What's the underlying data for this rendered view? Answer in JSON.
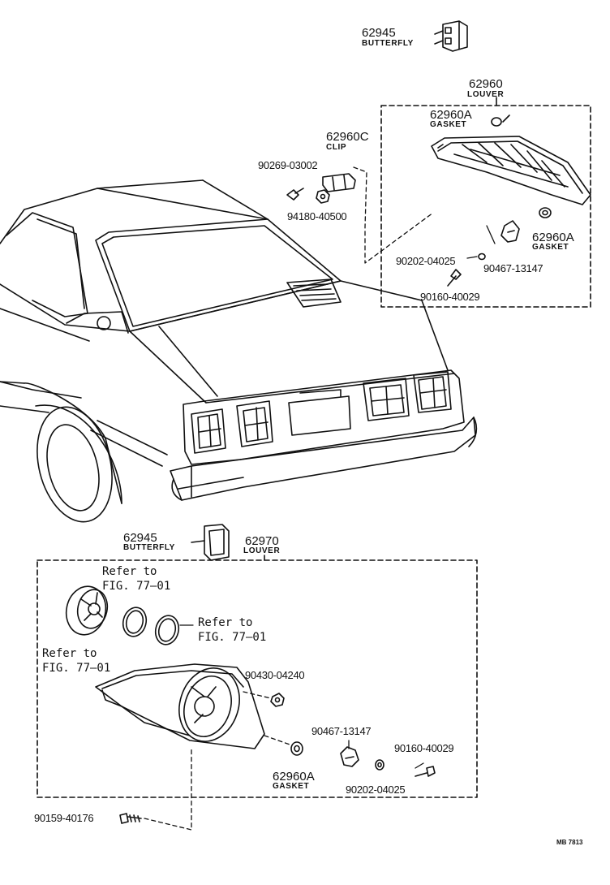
{
  "upper": {
    "butterfly_no": "62945",
    "butterfly_name": "BUTTERFLY",
    "louver_no": "62960",
    "louver_name": "LOUVER",
    "gasket_a_no": "62960A",
    "gasket_a_name": "GASKET",
    "clip_no": "62960C",
    "clip_name": "CLIP",
    "screw_no": "90269-03002",
    "nut_no": "94180-40500",
    "gasket_b_no": "62960A",
    "gasket_b_name": "GASKET",
    "washer_no": "90202-04025",
    "grommet_no": "90467-13147",
    "bolt_no": "90160-40029"
  },
  "lower": {
    "butterfly_no": "62945",
    "butterfly_name": "BUTTERFLY",
    "louver_no": "62970",
    "louver_name": "LOUVER",
    "ref_1": "Refer to\nFIG. 77–01",
    "ref_2": "Refer to\nFIG. 77–01",
    "ref_3": "Refer to\nFIG. 77–01",
    "nut_no": "90430-04240",
    "grommet_no": "90467-13147",
    "bolt_no": "90160-40029",
    "gasket_no": "62960A",
    "gasket_name": "GASKET",
    "washer_no": "90202-04025",
    "screw_no": "90159-40176"
  },
  "drawing_code": "MB 7813",
  "colors": {
    "ink": "#111111",
    "paper": "#ffffff"
  }
}
